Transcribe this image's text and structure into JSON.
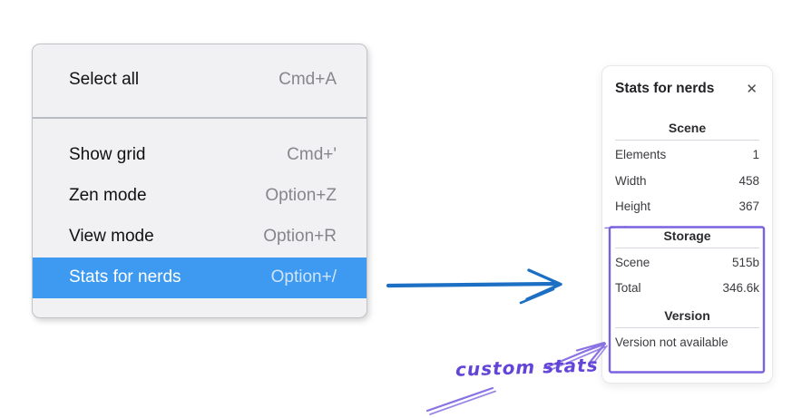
{
  "context_menu": {
    "items": [
      {
        "label": "Select all",
        "shortcut": "Cmd+A",
        "highlighted": false
      },
      {
        "label": "Show grid",
        "shortcut": "Cmd+'",
        "highlighted": false
      },
      {
        "label": "Zen mode",
        "shortcut": "Option+Z",
        "highlighted": false
      },
      {
        "label": "View mode",
        "shortcut": "Option+R",
        "highlighted": false
      },
      {
        "label": "Stats for nerds",
        "shortcut": "Option+/",
        "highlighted": true
      }
    ],
    "highlight_color": "#3d9af0"
  },
  "stats_panel": {
    "title": "Stats for nerds",
    "sections": [
      {
        "heading": "Scene",
        "rows": [
          {
            "label": "Elements",
            "value": "1"
          },
          {
            "label": "Width",
            "value": "458"
          },
          {
            "label": "Height",
            "value": "367"
          }
        ]
      },
      {
        "heading": "Storage",
        "rows": [
          {
            "label": "Scene",
            "value": "515b"
          },
          {
            "label": "Total",
            "value": "346.6k"
          }
        ]
      },
      {
        "heading": "Version",
        "note": "Version not available"
      }
    ]
  },
  "icons": {
    "close": "✕"
  },
  "annotations": {
    "label": "custom stats",
    "text_color": "#6244d9",
    "box_color": "#7b62df",
    "arrow_color": "#8a72e3",
    "pointer_arrow_color": "#1d6fc4"
  }
}
